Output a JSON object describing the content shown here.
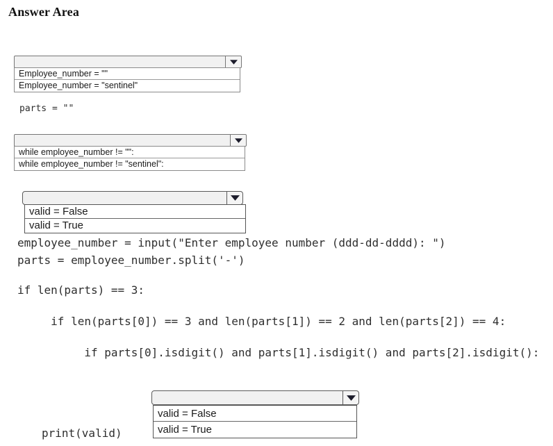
{
  "page": {
    "title": "Answer Area"
  },
  "dropdowns": [
    {
      "name": "employee-number-init",
      "selected": "",
      "options": [
        "Employee_number = \"\"",
        "Employee_number = \"sentinel\""
      ]
    },
    {
      "name": "while-condition",
      "selected": "",
      "options": [
        "while employee_number != \"\":",
        "while employee_number != \"sentinel\":"
      ]
    },
    {
      "name": "valid-init",
      "selected": "",
      "options": [
        "valid = False",
        "valid = True"
      ]
    },
    {
      "name": "valid-result",
      "selected": "",
      "options": [
        "valid = False",
        "valid = True"
      ]
    }
  ],
  "code": {
    "parts_empty": "parts = \"\"",
    "input_line": "employee_number = input(\"Enter employee number (ddd-dd-dddd): \")",
    "split_line": "parts = employee_number.split('-')",
    "if_len3": "if len(parts) == 3:",
    "if_len_parts": "     if len(parts[0]) == 3 and len(parts[1]) == 2 and len(parts[2]) == 4:",
    "if_isdigit": "          if parts[0].isdigit() and parts[1].isdigit() and parts[2].isdigit():",
    "print_line": "print(valid)"
  },
  "icons": {
    "dropdown_arrow": "chevron-down"
  },
  "colors": {
    "select_fill": "#f1f1f1",
    "border": "#767676",
    "arrow": "#1c1c2b",
    "text": "#2e2e2e"
  }
}
